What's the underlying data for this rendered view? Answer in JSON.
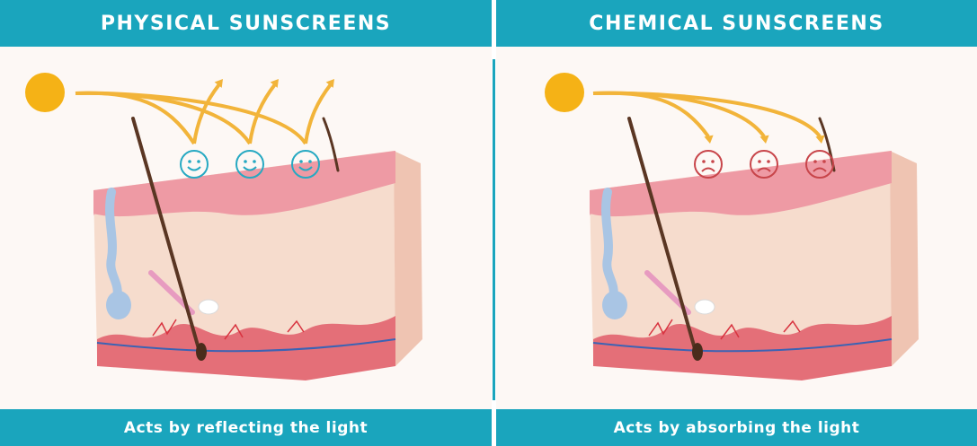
{
  "colors": {
    "banner": "#1aa5bd",
    "sun": "#f5b216",
    "arrow": "#f2b43a",
    "happy_face": "#26a9c2",
    "sad_face": "#c8454a"
  },
  "left": {
    "title": "PHYSICAL SUNSCREENS",
    "caption": "Acts by reflecting the light",
    "face_icon": "smiley-face-icon"
  },
  "right": {
    "title": "CHEMICAL SUNSCREENS",
    "caption": "Acts by absorbing the light",
    "face_icon": "frowning-face-icon"
  }
}
